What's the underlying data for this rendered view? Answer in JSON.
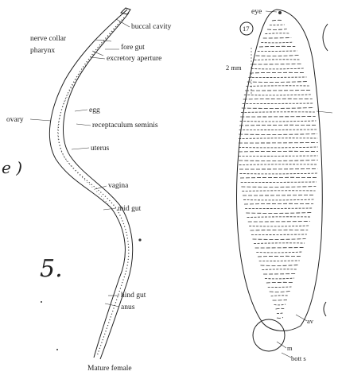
{
  "left_figure": {
    "caption": "Mature female",
    "labels": {
      "buccal_cavity": "buccal cavity",
      "nerve_collar": "nerve collar",
      "fore_gut": "fore gut",
      "pharynx": "pharynx",
      "excretory_aperture": "excretory aperture",
      "egg": "egg",
      "ovary": "ovary",
      "receptaculum_seminis": "receptaculum seminis",
      "uterus": "uterus",
      "vagina": "vagina",
      "mid_gut": "mid gut",
      "hind_gut": "hind gut",
      "anus": "anus"
    },
    "side_mark": "e )",
    "number_mark": "5."
  },
  "right_figure": {
    "labels": {
      "eye": "eye",
      "scale": "2 mm",
      "av": "av",
      "m": "m",
      "bottom": "bott s"
    },
    "circled_number": "17"
  }
}
